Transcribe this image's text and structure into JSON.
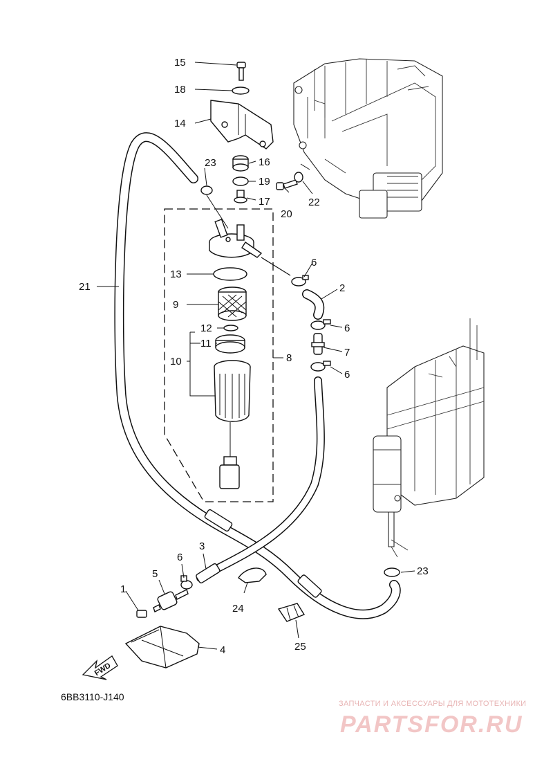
{
  "callouts": [
    "1",
    "2",
    "3",
    "4",
    "5",
    "6",
    "6",
    "6",
    "6",
    "7",
    "8",
    "9",
    "10",
    "11",
    "12",
    "13",
    "14",
    "15",
    "16",
    "17",
    "18",
    "19",
    "20",
    "21",
    "22",
    "23",
    "23",
    "24",
    "25"
  ],
  "fwd_label": "FWD",
  "diagram_code": "6BB3110-J140",
  "watermark": {
    "tagline": "ЗАПЧАСТИ И АКСЕССУАРЫ ДЛЯ МОТОТЕХНИКИ",
    "site": "PARTSFOR.RU"
  },
  "colors": {
    "ink": "#111111",
    "watermark": "#f2c6c6"
  }
}
